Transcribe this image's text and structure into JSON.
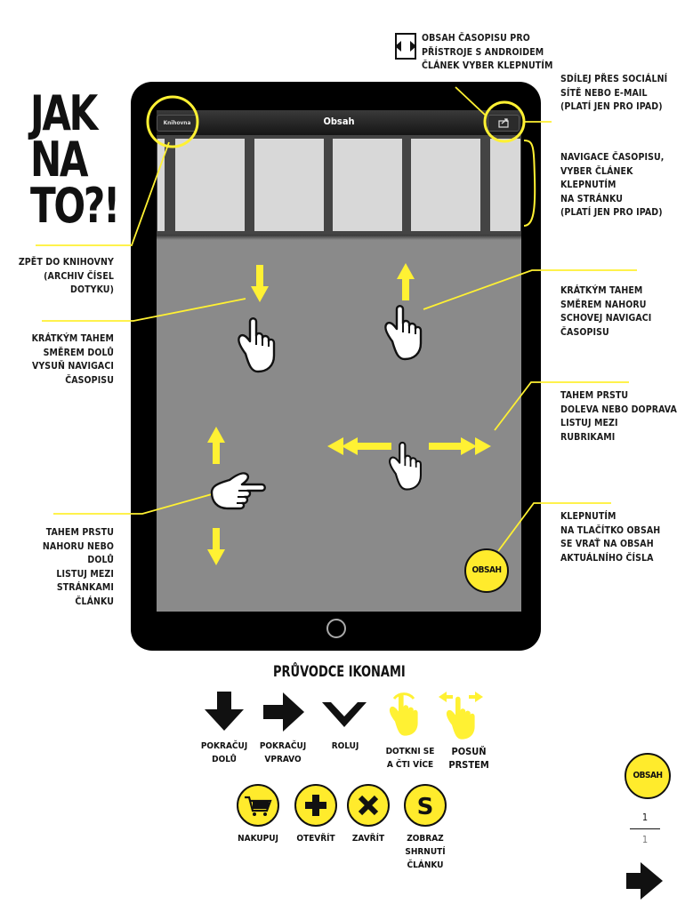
{
  "title_lines": [
    "JAK",
    "NA",
    "TO?!"
  ],
  "screen": {
    "nav_title": "Obsah",
    "back_label": "Knihovna"
  },
  "obsah_button": "OBSAH",
  "notes": {
    "android": "OBSAH ČASOPISU PRO\nPŘÍSTROJE S ANDROIDEM\nČLÁNEK VYBER KLEPNUTÍM",
    "share": "SDÍLEJ PŘES SOCIÁLNÍ\nSÍTĚ NEBO E-MAIL\n(PLATÍ JEN PRO IPAD)",
    "nav": "NAVIGACE ČASOPISU,\nVYBER ČLÁNEK\nKLEPNUTÍM\nNA STRÁNKU\n(PLATÍ JEN PRO IPAD)",
    "library": "ZPĚT DO KNIHOVNY\n(ARCHIV ČÍSEL\nDOTYKU)",
    "swipe_down": "KRÁTKÝM TAHEM\nSMĚREM DOLŮ\nVYSUŇ NAVIGACI\nČASOPISU",
    "swipe_up": "KRÁTKÝM TAHEM\nSMĚREM NAHORU\nSCHOVEJ NAVIGACI\nČASOPISU",
    "swipe_lr": "TAHEM PRSTU\nDOLEVA NEBO DOPRAVA\nLISTUJ MEZI\nRUBRIKAMI",
    "swipe_ud": "TAHEM PRSTU\nNAHORU NEBO DOLŮ\nLISTUJ MEZI\nSTRÁNKAMI ČLÁNKU",
    "tap_obsah": "KLEPNUTÍM\nNA TLAČÍTKO OBSAH\nSE VRAŤ NA OBSAH\nAKTUÁLNÍHO ČÍSLA"
  },
  "guide": {
    "title": "PRŮVODCE IKONAMI",
    "row1": [
      {
        "label": "POKRAČUJ\nDOLŮ"
      },
      {
        "label": "POKRAČUJ\nVPRAVO"
      },
      {
        "label": "ROLUJ"
      },
      {
        "label": "DOTKNI SE\nA ČTI VÍCE"
      },
      {
        "label": "POSUŇ\nPRSTEM"
      }
    ],
    "row2": [
      {
        "label": "NAKUPUJ"
      },
      {
        "label": "OTEVŘÍT"
      },
      {
        "label": "ZAVŘÍT"
      },
      {
        "label": "ZOBRAZ\nSHRNUTÍ\nČLÁNKU"
      }
    ]
  },
  "summary_icon_letter": "S",
  "page": {
    "current": "1",
    "total": "1"
  },
  "colors": {
    "accent": "#ffeb2c",
    "dark": "#111111",
    "screen": "#8a8a8a"
  }
}
